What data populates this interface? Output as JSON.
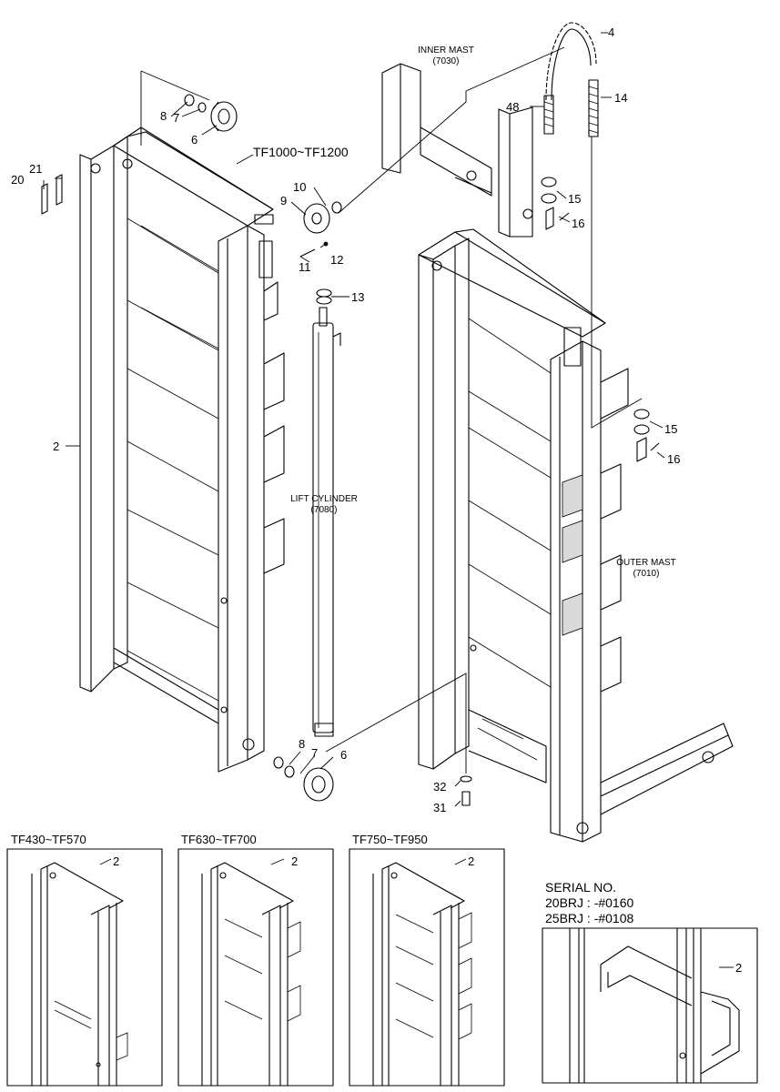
{
  "labels": {
    "model_main": "TF1000~TF1200",
    "inner_mast": [
      "INNER MAST",
      "(7030)"
    ],
    "outer_mast": [
      "OUTER MAST",
      "(7010)"
    ],
    "lift_cylinder": [
      "LIFT CYLINDER",
      "(7080)"
    ],
    "part_2": "2",
    "part_4": "4",
    "part_6": "6",
    "part_7": "7",
    "part_8": "8",
    "part_9": "9",
    "part_10": "10",
    "part_11": "11",
    "part_12": "12",
    "part_13": "13",
    "part_14": "14",
    "part_15": "15",
    "part_16": "16",
    "part_20": "20",
    "part_21": "21",
    "part_31": "31",
    "part_32": "32",
    "part_48": "48"
  },
  "variants": [
    {
      "model": "TF430~TF570",
      "part": "2"
    },
    {
      "model": "TF630~TF700",
      "part": "2"
    },
    {
      "model": "TF750~TF950",
      "part": "2"
    }
  ],
  "serial": {
    "title": "SERIAL NO.",
    "line1": "20BRJ : -#0160",
    "line2": "25BRJ : -#0108",
    "part": "2"
  }
}
